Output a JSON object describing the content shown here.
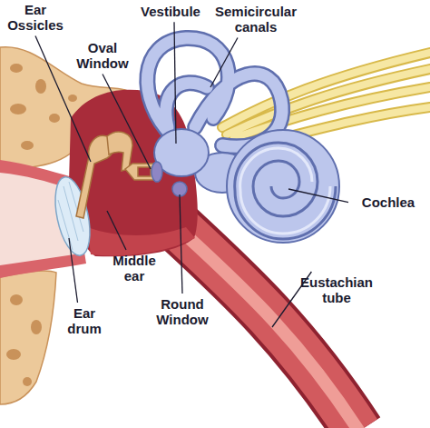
{
  "diagram": {
    "labels": [
      "Ear Ossicles",
      "Vestibule",
      "Semicircular canals",
      "Oval Window",
      "Cochlea",
      "Middle ear",
      "Eustachian tube",
      "Round Window",
      "Ear drum"
    ]
  }
}
